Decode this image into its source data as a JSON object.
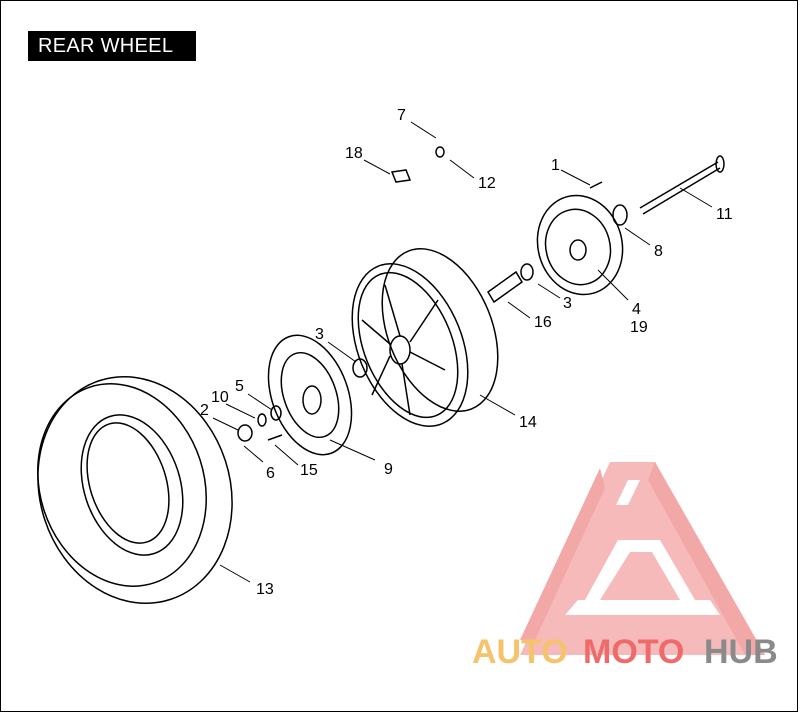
{
  "title": "REAR WHEEL",
  "labels": {
    "l1": "1",
    "l2": "2",
    "l3a": "3",
    "l3b": "3",
    "l4": "4",
    "l5": "5",
    "l6": "6",
    "l7": "7",
    "l8": "8",
    "l9": "9",
    "l10": "10",
    "l11": "11",
    "l12": "12",
    "l13": "13",
    "l14": "14",
    "l15": "15",
    "l16": "16",
    "l18": "18",
    "l19": "19"
  },
  "watermark": {
    "part1": "AUTO",
    "part2": "MOTO",
    "part3": "HUB"
  },
  "colors": {
    "watermark_orange": "#f5c36b",
    "watermark_red": "#ee6b6b",
    "watermark_gray": "#8a8a8a"
  }
}
